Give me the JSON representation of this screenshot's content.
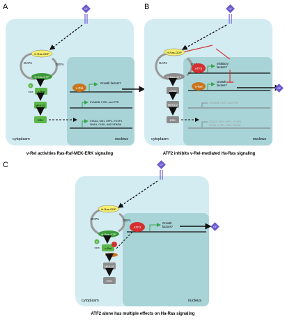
{
  "colors": {
    "cell": "#d3ecf2",
    "nucleus": "#a8d4d8",
    "ras_gdp": "#f6ee6e",
    "ras_gtp": "#3d9a3a",
    "active_green": "#5cb84a",
    "grey_box": "#8c8c8c",
    "rel": "#c8761e",
    "atf2": "#d53030",
    "ligand": "#6a5acd",
    "inhibit_red": "#d33a3a",
    "promoter_green": "#3aa64a",
    "muted_text": "#999999"
  },
  "panels": [
    {
      "letter": "A",
      "caption": "v-Rel activities Ras-Raf-MEK-ERK signaling",
      "cytoplasm": "cytoplasm",
      "nucleus": "nucleus",
      "gaps": "GAPs",
      "gefs": "GEFs",
      "ras_gdp": "H-Ras-GDP",
      "ras_gtp": "H-Ras-GTP",
      "raf": "c-Raf",
      "mek": "MEK1/2",
      "erk": "ERK",
      "p": "P",
      "s338": "S338",
      "rel": "v-Rel",
      "growth": "Growth factors?",
      "gf": "GF",
      "genes1": "ZYANDB, FXR1, and TPR",
      "genes2": "STAG2, SIK1, UPF1, FOXP1",
      "genes3": "SNAI1, CHD1, AND HDM3A"
    },
    {
      "letter": "B",
      "caption": "ATF2 inhibits v-Rel-mediated Ha-Ras signaling",
      "cytoplasm": "cytoplasm",
      "nucleus": "nucleus",
      "gaps": "GAPs",
      "gefs": "GEFs",
      "ras_gdp": "H-Ras-GDP",
      "ras_gtp": "H-Ras-GTP",
      "raf": "c-Raf",
      "mek": "MEK1/2",
      "erk": "ERK",
      "atf2": "ATF2",
      "rel": "V-Rel",
      "inhib": "Inhibitory",
      "inhib2": "factors?",
      "growth": "Growth",
      "growth2": "factors?",
      "gf": "GF",
      "genes1": "ZYANDB, FXR1, and TPR",
      "genes2": "STAG2, SIK1, UPF1, FOXP1",
      "genes3": "SNAI1, CHD1, AND HDM3A"
    },
    {
      "letter": "C",
      "caption": "ATF2 alone has multiple effects on Ha-Ras signaling",
      "cytoplasm": "cytoplasm",
      "nucleus": "nucleus",
      "gaps": "GAPs",
      "gefs": "GEFs",
      "ras_gdp": "H-Ras-GDP",
      "ras_gtp": "H-Ras-GTP",
      "raf": "c-Raf",
      "mek": "MEK1/2",
      "erk": "ERK",
      "p": "P",
      "s338": "S338",
      "atf2": "ATF2",
      "growth": "Growth",
      "growth2": "factors?",
      "gf": "GF"
    }
  ]
}
